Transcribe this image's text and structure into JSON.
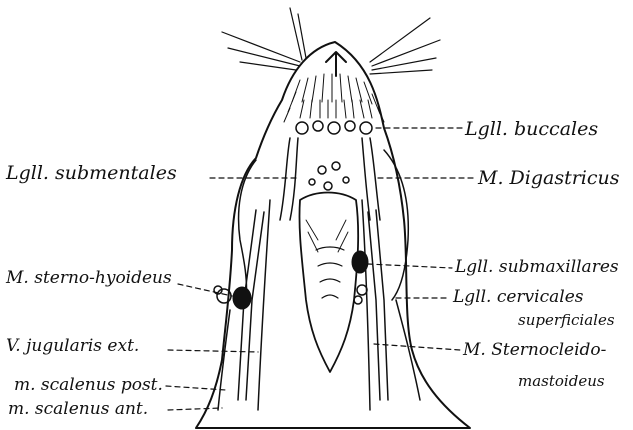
{
  "labels": {
    "buccales": "Lgll. buccales",
    "submentales": "Lgll. submentales",
    "digastricus": "M. Digastricus",
    "sternohyoideus": "M. sterno-hyoideus",
    "submaxillares": "Lgll. submaxillares",
    "cervicales_1": "Lgll. cervicales",
    "cervicales_2": "superficiales",
    "jugularis": "V. jugularis ext.",
    "sternocleido_1": "M. Sternocleido-",
    "sternocleido_2": "mastoideus",
    "scalenus_post": "m. scalenus post.",
    "scalenus_ant": "m. scalenus ant."
  },
  "colors": {
    "ink": "#111111",
    "paper": "#ffffff"
  }
}
